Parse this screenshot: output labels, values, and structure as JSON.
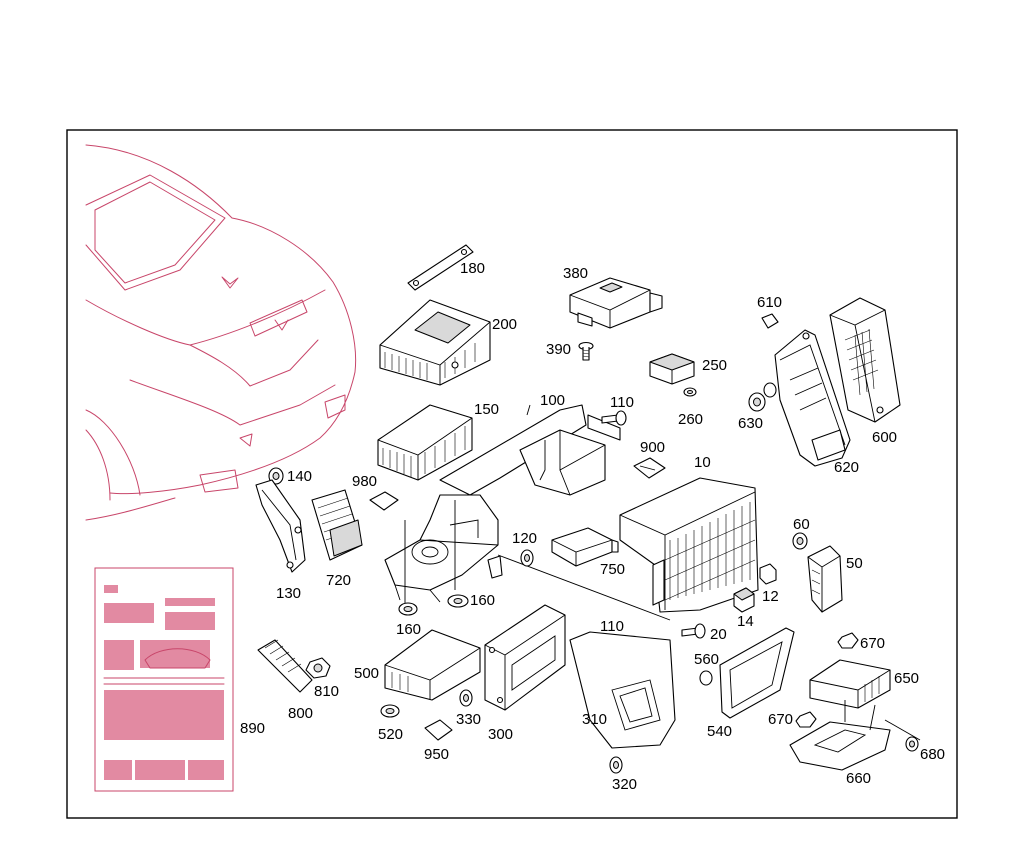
{
  "labels": [
    {
      "id": "p180",
      "text": "180"
    },
    {
      "id": "p380",
      "text": "380"
    },
    {
      "id": "p200",
      "text": "200"
    },
    {
      "id": "p610",
      "text": "610"
    },
    {
      "id": "p390",
      "text": "390"
    },
    {
      "id": "p250",
      "text": "250"
    },
    {
      "id": "p100",
      "text": "100"
    },
    {
      "id": "p110a",
      "text": "110"
    },
    {
      "id": "p150",
      "text": "150"
    },
    {
      "id": "p260",
      "text": "260"
    },
    {
      "id": "p630",
      "text": "630"
    },
    {
      "id": "p600",
      "text": "600"
    },
    {
      "id": "p900",
      "text": "900"
    },
    {
      "id": "p10",
      "text": "10"
    },
    {
      "id": "p620",
      "text": "620"
    },
    {
      "id": "p140",
      "text": "140"
    },
    {
      "id": "p980",
      "text": "980"
    },
    {
      "id": "p120",
      "text": "120"
    },
    {
      "id": "p60",
      "text": "60"
    },
    {
      "id": "p50",
      "text": "50"
    },
    {
      "id": "p720",
      "text": "720"
    },
    {
      "id": "p750",
      "text": "750"
    },
    {
      "id": "p130",
      "text": "130"
    },
    {
      "id": "p160a",
      "text": "160"
    },
    {
      "id": "p12",
      "text": "12"
    },
    {
      "id": "p14",
      "text": "14"
    },
    {
      "id": "p160b",
      "text": "160"
    },
    {
      "id": "p110b",
      "text": "110"
    },
    {
      "id": "p20",
      "text": "20"
    },
    {
      "id": "p670a",
      "text": "670"
    },
    {
      "id": "p560",
      "text": "560"
    },
    {
      "id": "p500",
      "text": "500"
    },
    {
      "id": "p650",
      "text": "650"
    },
    {
      "id": "p810",
      "text": "810"
    },
    {
      "id": "p800",
      "text": "800"
    },
    {
      "id": "p330",
      "text": "330"
    },
    {
      "id": "p310",
      "text": "310"
    },
    {
      "id": "p670b",
      "text": "670"
    },
    {
      "id": "p890",
      "text": "890"
    },
    {
      "id": "p520",
      "text": "520"
    },
    {
      "id": "p300",
      "text": "300"
    },
    {
      "id": "p540",
      "text": "540"
    },
    {
      "id": "p950",
      "text": "950"
    },
    {
      "id": "p680",
      "text": "680"
    },
    {
      "id": "p660",
      "text": "660"
    },
    {
      "id": "p320",
      "text": "320"
    }
  ],
  "colors": {
    "ink": "#000000",
    "car_outline": "#c8466a",
    "doc_accent": "#e28aa2"
  }
}
